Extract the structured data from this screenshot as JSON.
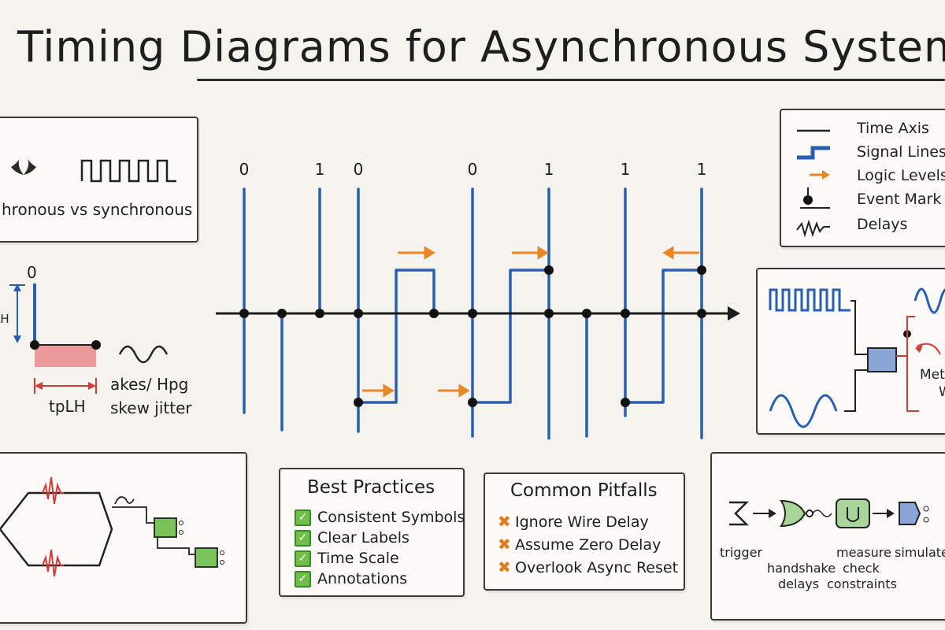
{
  "title": "Timing Diagrams for Asynchronous Systems",
  "async_panel": {
    "label": "hronous vs synchronous"
  },
  "tplh_panel": {
    "top_value": "0",
    "side_label": "LH",
    "measure_label": "tpLH",
    "note_line1": "akes/ Hpg",
    "note_line2": "skew jitter"
  },
  "main_diagram": {
    "top_values": [
      "0",
      "1",
      "0",
      "0",
      "1",
      "1",
      "1"
    ]
  },
  "legend": {
    "items": [
      {
        "label": "Time Axis",
        "icon": "line-icon"
      },
      {
        "label": "Signal Lines",
        "icon": "signal-step-icon"
      },
      {
        "label": "Logic Levels",
        "icon": "arrow-icon"
      },
      {
        "label": "Event Mark",
        "icon": "dot-marker-icon"
      },
      {
        "label": "Delays",
        "icon": "squiggle-icon"
      }
    ]
  },
  "meta_panel": {
    "label_line1": "Meta",
    "label_line2": "W"
  },
  "best_practices": {
    "title": "Best Practices",
    "items": [
      "Consistent Symbols",
      "Clear Labels",
      "Time Scale",
      "Annotations"
    ]
  },
  "common_pitfalls": {
    "title": "Common Pitfalls",
    "items": [
      "Ignore Wire Delay",
      "Assume Zero Delay",
      "Overlook Async Reset"
    ]
  },
  "flow": {
    "steps": [
      "trigger",
      "handshake delays",
      "measure check constraints",
      "simulate"
    ],
    "lines": {
      "handshake": [
        "handshake",
        "delays"
      ],
      "measure": [
        "measure",
        "check",
        "constraints"
      ]
    }
  },
  "colors": {
    "signal": "#2a5fb0",
    "arrow": "#e8862a",
    "check": "#6fbf4a",
    "red": "#d23a3a",
    "green_box": "#8fd07a"
  }
}
